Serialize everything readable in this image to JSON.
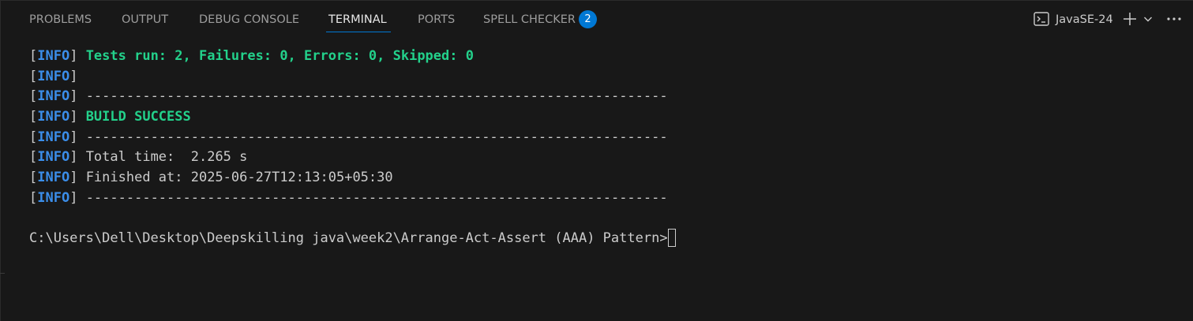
{
  "tabs": [
    {
      "label": "PROBLEMS"
    },
    {
      "label": "OUTPUT"
    },
    {
      "label": "DEBUG CONSOLE"
    },
    {
      "label": "TERMINAL",
      "active": true
    },
    {
      "label": "PORTS"
    },
    {
      "label": "SPELL CHECKER"
    }
  ],
  "spell_checker_badge": "2",
  "terminal_instance": {
    "icon": "terminal-icon",
    "name": "JavaSE-24"
  },
  "actions": {
    "new_terminal_icon": "plus-icon",
    "dropdown_icon": "chevron-down-icon",
    "more_icon": "ellipsis-icon"
  },
  "terminal_output": {
    "info_tag": "INFO",
    "lines": [
      {
        "prefix": true,
        "text": " Tests run: 2, Failures: 0, Errors: 0, Skipped: 0",
        "style": "green"
      },
      {
        "prefix": true,
        "text": "",
        "style": "normal"
      },
      {
        "prefix": true,
        "text": " ------------------------------------------------------------------------",
        "style": "normal"
      },
      {
        "prefix": true,
        "text": " BUILD SUCCESS",
        "style": "green"
      },
      {
        "prefix": true,
        "text": " ------------------------------------------------------------------------",
        "style": "normal"
      },
      {
        "prefix": true,
        "text": " Total time:  2.265 s",
        "style": "normal"
      },
      {
        "prefix": true,
        "text": " Finished at: 2025-06-27T12:13:05+05:30",
        "style": "normal"
      },
      {
        "prefix": true,
        "text": " ------------------------------------------------------------------------",
        "style": "normal"
      },
      {
        "prefix": false,
        "text": "",
        "style": "normal"
      }
    ],
    "prompt": "C:\\Users\\Dell\\Desktop\\Deepskilling java\\week2\\Arrange-Act-Assert (AAA) Pattern>"
  },
  "colors": {
    "background": "#181818",
    "accent": "#0078d4",
    "info": "#3b8eea",
    "success": "#23d18b",
    "text": "#cccccc"
  }
}
